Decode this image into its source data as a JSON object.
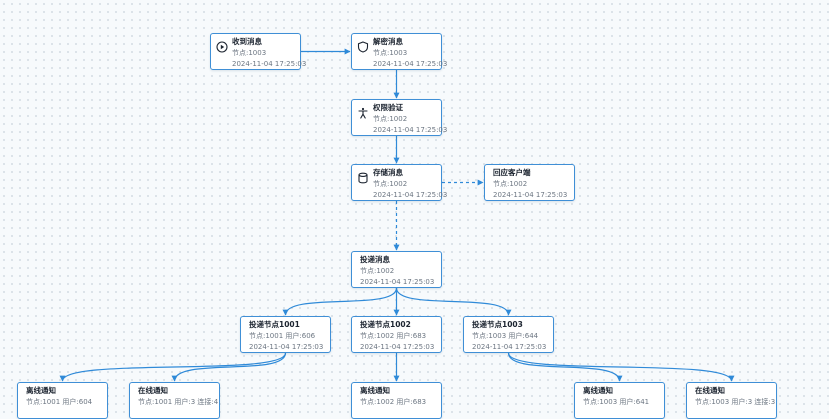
{
  "nodes": [
    {
      "id": "recv",
      "title": "收到消息",
      "sub": "节点:1003",
      "time": "2024-11-04 17:25:03",
      "icon": "play-circle-icon"
    },
    {
      "id": "decrypt",
      "title": "解密消息",
      "sub": "节点:1003",
      "time": "2024-11-04 17:25:03",
      "icon": "shield-icon"
    },
    {
      "id": "auth",
      "title": "权限验证",
      "sub": "节点:1002",
      "time": "2024-11-04 17:25:03",
      "icon": "accessibility-icon"
    },
    {
      "id": "store",
      "title": "存储消息",
      "sub": "节点:1002",
      "time": "2024-11-04 17:25:03",
      "icon": "database-icon"
    },
    {
      "id": "reply",
      "title": "回应客户端",
      "sub": "节点:1002",
      "time": "2024-11-04 17:25:03",
      "icon": ""
    },
    {
      "id": "deliver",
      "title": "投递消息",
      "sub": "节点:1002",
      "time": "2024-11-04 17:25:03",
      "icon": ""
    },
    {
      "id": "d1001",
      "title": "投递节点1001",
      "sub": "节点:1001 用户:606",
      "time": "2024-11-04 17:25:03",
      "icon": ""
    },
    {
      "id": "d1002",
      "title": "投递节点1002",
      "sub": "节点:1002 用户:683",
      "time": "2024-11-04 17:25:03",
      "icon": ""
    },
    {
      "id": "d1003",
      "title": "投递节点1003",
      "sub": "节点:1003 用户:644",
      "time": "2024-11-04 17:25:03",
      "icon": ""
    },
    {
      "id": "off1",
      "title": "离线通知",
      "sub": "节点:1001 用户:604",
      "time": "",
      "icon": ""
    },
    {
      "id": "on1",
      "title": "在线通知",
      "sub": "节点:1001 用户:3 连接:4",
      "time": "",
      "icon": ""
    },
    {
      "id": "off2",
      "title": "离线通知",
      "sub": "节点:1002 用户:683",
      "time": "",
      "icon": ""
    },
    {
      "id": "off3",
      "title": "离线通知",
      "sub": "节点:1003 用户:641",
      "time": "",
      "icon": ""
    },
    {
      "id": "on3",
      "title": "在线通知",
      "sub": "节点:1003 用户:3 连接:3",
      "time": "",
      "icon": ""
    }
  ],
  "edges": [
    {
      "from": "recv",
      "to": "decrypt",
      "style": "solid"
    },
    {
      "from": "decrypt",
      "to": "auth",
      "style": "solid"
    },
    {
      "from": "auth",
      "to": "store",
      "style": "solid"
    },
    {
      "from": "store",
      "to": "reply",
      "style": "dashed"
    },
    {
      "from": "store",
      "to": "deliver",
      "style": "dashed"
    },
    {
      "from": "deliver",
      "to": "d1001",
      "style": "solid"
    },
    {
      "from": "deliver",
      "to": "d1002",
      "style": "solid"
    },
    {
      "from": "deliver",
      "to": "d1003",
      "style": "solid"
    },
    {
      "from": "d1001",
      "to": "off1",
      "style": "solid"
    },
    {
      "from": "d1001",
      "to": "on1",
      "style": "solid"
    },
    {
      "from": "d1002",
      "to": "off2",
      "style": "solid"
    },
    {
      "from": "d1003",
      "to": "off3",
      "style": "solid"
    },
    {
      "from": "d1003",
      "to": "on3",
      "style": "solid"
    }
  ],
  "colors": {
    "edge": "#2f8ad8",
    "border": "#3f8fd6"
  }
}
